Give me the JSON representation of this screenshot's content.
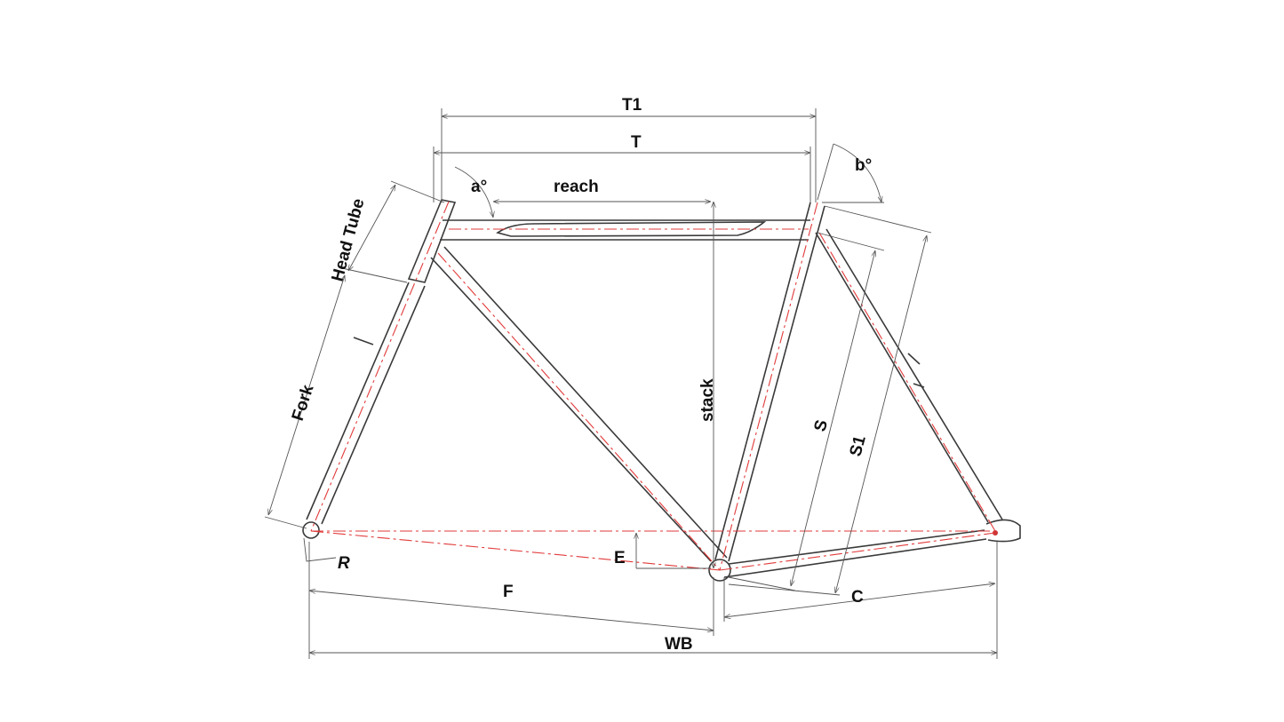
{
  "diagram": {
    "title": "Bicycle frame geometry",
    "labels": {
      "t1": "T1",
      "t": "T",
      "reach": "reach",
      "head_angle": "a°",
      "seat_angle": "b°",
      "head_tube": "Head Tube",
      "fork": "Fork",
      "stack": "stack",
      "seat_tube": "S",
      "seat_tube_full": "S1",
      "rake": "R",
      "bb_drop": "E",
      "front_center": "F",
      "chainstay": "C",
      "wheelbase": "WB"
    },
    "colors": {
      "frame": "#3a3a3a",
      "centerline": "#e23a3a",
      "dimension": "#555555"
    }
  }
}
